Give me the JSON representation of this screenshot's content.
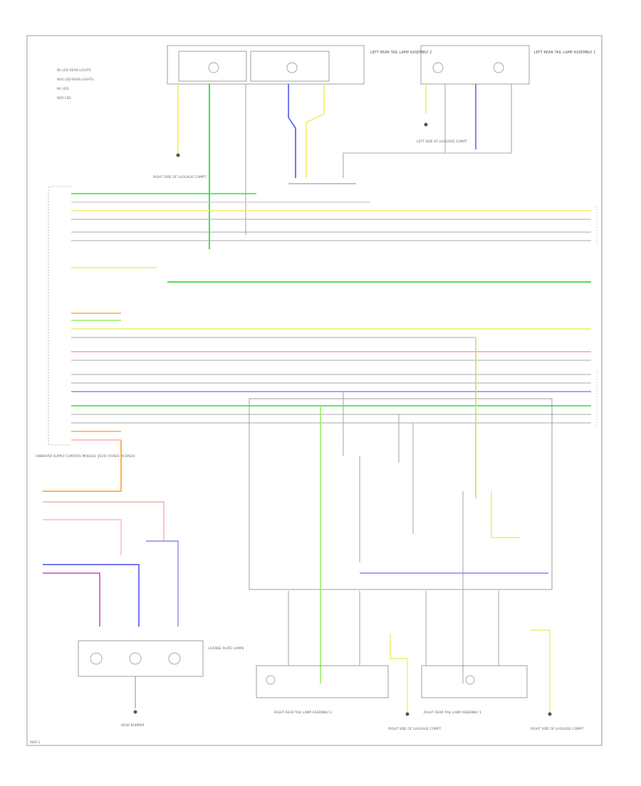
{
  "colors": {
    "frame": "#999999",
    "green": "#33dd33",
    "lightgreen": "#99ee66",
    "yellow": "#eeee66",
    "blue": "#6666ee",
    "violet": "#cc66cc",
    "red": "#ff6666",
    "pink": "#ffaaaa",
    "orange": "#ffaa44",
    "grey": "#aaaaaa",
    "darkgrey": "#777777"
  },
  "legend": {
    "items": [
      "W/ LED REAR LIGHTS",
      "W/O LED REAR LIGHTS",
      "W/ LED",
      "W/O LED"
    ]
  },
  "top_labels": {
    "left_rear_left": "LEFT REAR TAIL LAMP ASSEMBLY 2",
    "left_rear_right": "LEFT REAR TAIL LAMP ASSEMBLY 1",
    "ground_left": "RIGHT SIDE OF LUGGAGE COMPT",
    "ground_mid": "LEFT SIDE OF LUGGAGE COMPT"
  },
  "module": {
    "label": "ONBOARD SUPPLY CONTROL MODULE (J519) (FUSES IN DASH)"
  },
  "bottom_labels": {
    "right_rear_1": "RIGHT REAR TAIL LAMP ASSEMBLY 2",
    "right_rear_2": "RIGHT REAR TAIL LAMP ASSEMBLY 1",
    "ground_1": "RIGHT SIDE OF LUGGAGE COMPT",
    "ground_2": "RIGHT SIDE OF LUGGAGE COMPT",
    "plate_lamps": "LICENSE PLATE LAMPS",
    "ground_bottom": "REAR BUMPER"
  },
  "footer": {
    "code": "INST-1"
  }
}
